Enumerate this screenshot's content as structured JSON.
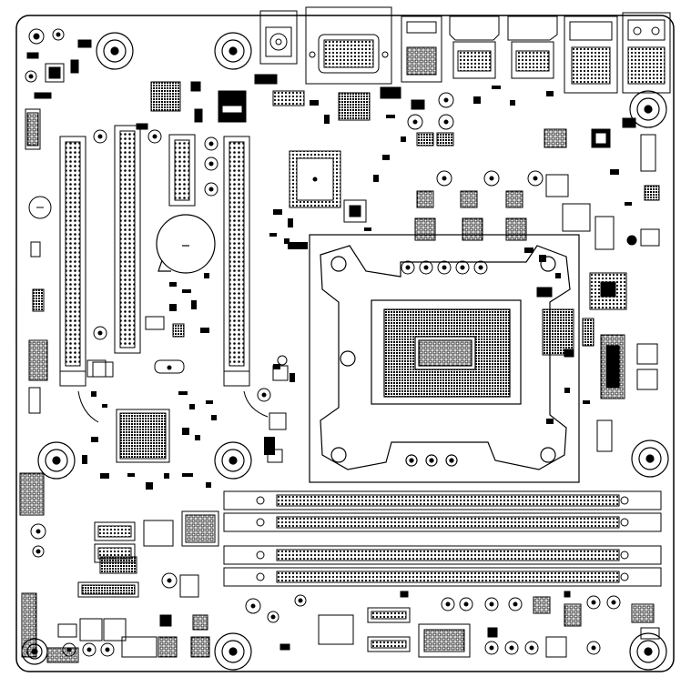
{
  "board": {
    "type": "motherboard-component-layout",
    "style": "monochrome-line-drawing",
    "line_color": "#000000",
    "background": "#ffffff",
    "rear_io": [
      "audio-jack",
      "vga-port",
      "usb-stack",
      "hdmi-port",
      "displayport",
      "lan-usb-stack",
      "lan-usb-stack"
    ],
    "slots": {
      "pcie_slots": 4,
      "dimm_slots": 4
    },
    "cpu_socket": "lga-socket",
    "mounting_holes": 9,
    "coin_battery": 1,
    "visible_text": []
  }
}
